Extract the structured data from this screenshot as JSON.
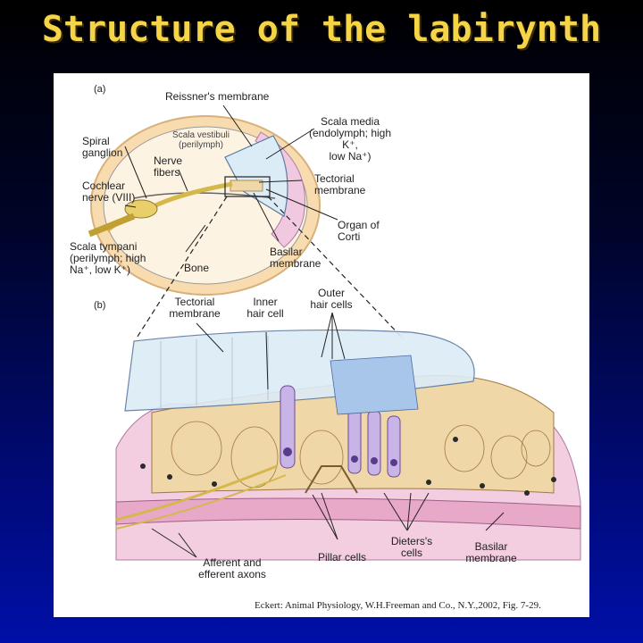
{
  "title": "Structure of the labirynth",
  "figure": {
    "panel_a": "(a)",
    "panel_b": "(b)",
    "labels_a": {
      "reissners": "Reissner's membrane",
      "scala_media": "Scala media\n(endolymph; high K⁺,\nlow Na⁺)",
      "scala_vestibuli": "Scala vestibuli\n(perilymph)",
      "spiral_ganglion": "Spiral\nganglion",
      "nerve_fibers": "Nerve\nfibers",
      "cochlear_nerve": "Cochlear\nnerve (VIII)",
      "tectorial": "Tectorial\nmembrane",
      "organ_corti": "Organ of\nCorti",
      "scala_tympani": "Scala tympani\n(perilymph; high\nNa⁺, low K⁺)",
      "bone": "Bone",
      "basilar": "Basilar\nmembrane"
    },
    "labels_b": {
      "tectorial": "Tectorial\nmembrane",
      "inner_hair": "Inner\nhair cell",
      "outer_hair": "Outer\nhair cells",
      "afferent": "Afferent and\nefferent axons",
      "pillar": "Pillar cells",
      "dieters": "Dieters's\ncells",
      "basilar": "Basilar\nmembrane"
    },
    "citation": "Eckert: Animal Physiology, W.H.Freeman and Co., N.Y.,2002, Fig.  7-29."
  },
  "colors": {
    "title": "#f5d547",
    "bone": "#f8dcb0",
    "endolymph": "#dcecf7",
    "stria": "#f0c8e0",
    "hair_cell": "#c8b4e6",
    "support": "#efd7a8",
    "tissue": "#f3cde0"
  }
}
